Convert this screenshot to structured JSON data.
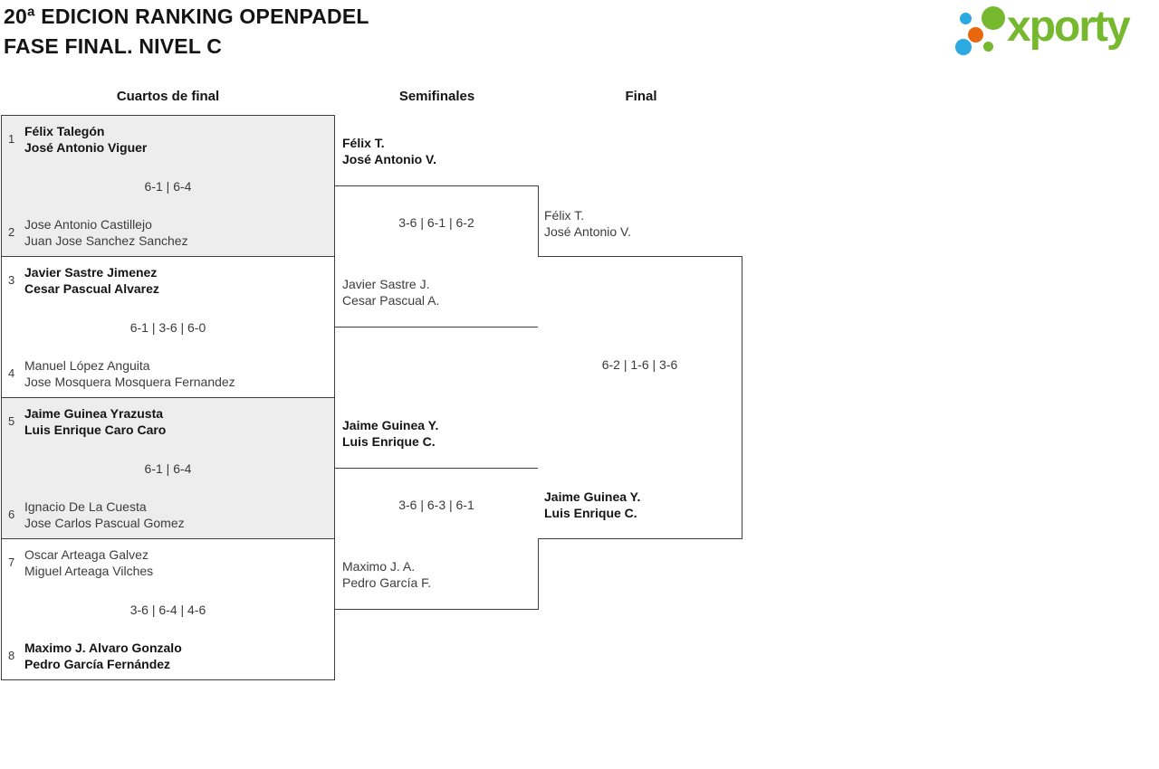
{
  "title": {
    "line1": "20ª EDICION RANKING OPENPADEL",
    "line2": "FASE FINAL. NIVEL C"
  },
  "logo": {
    "text": "xporty",
    "colors": {
      "green": "#76b82e",
      "blue": "#2ba9e0",
      "orange": "#e8670d"
    }
  },
  "headers": {
    "quarterfinals": "Cuartos de final",
    "semifinals": "Semifinales",
    "final": "Final"
  },
  "styles": {
    "box_border": "#3f3f3f",
    "shaded_box_background": "#ededed",
    "winner_text": "#141414",
    "regular_text": "#3c3c3c"
  },
  "bracket": {
    "quarterfinals": [
      {
        "seedA": "1",
        "teamA": [
          "Félix Talegón",
          "José Antonio Viguer"
        ],
        "teamA_winner": true,
        "score": "6-1 | 6-4",
        "seedB": "2",
        "teamB": [
          "Jose Antonio Castillejo",
          "Juan Jose Sanchez Sanchez"
        ],
        "teamB_winner": false
      },
      {
        "seedA": "3",
        "teamA": [
          "Javier Sastre Jimenez",
          "Cesar Pascual Alvarez"
        ],
        "teamA_winner": true,
        "score": "6-1 | 3-6 | 6-0",
        "seedB": "4",
        "teamB": [
          "Manuel López Anguita",
          "Jose Mosquera Mosquera Fernandez"
        ],
        "teamB_winner": false
      },
      {
        "seedA": "5",
        "teamA": [
          "Jaime Guinea Yrazusta",
          "Luis Enrique Caro Caro"
        ],
        "teamA_winner": true,
        "score": "6-1 | 6-4",
        "seedB": "6",
        "teamB": [
          "Ignacio De La Cuesta",
          "Jose Carlos Pascual Gomez"
        ],
        "teamB_winner": false
      },
      {
        "seedA": "7",
        "teamA": [
          "Oscar Arteaga Galvez",
          "Miguel Arteaga Vilches"
        ],
        "teamA_winner": false,
        "score": "3-6 | 6-4 | 4-6",
        "seedB": "8",
        "teamB": [
          "Maximo J. Alvaro Gonzalo",
          "Pedro García Fernández"
        ],
        "teamB_winner": true
      }
    ],
    "semifinals": [
      {
        "teamA": [
          "Félix T.",
          "José Antonio V."
        ],
        "teamA_winner": true,
        "score": "3-6 | 6-1 | 6-2",
        "teamB": [
          "Javier Sastre J.",
          "Cesar Pascual A."
        ],
        "teamB_winner": false
      },
      {
        "teamA": [
          "Jaime Guinea Y.",
          "Luis Enrique C."
        ],
        "teamA_winner": true,
        "score": "3-6 | 6-3 | 6-1",
        "teamB": [
          "Maximo J. A.",
          "Pedro García F."
        ],
        "teamB_winner": false
      }
    ],
    "final": {
      "teamA": [
        "Félix T.",
        "José Antonio V."
      ],
      "teamA_winner": false,
      "score": "6-2 | 1-6 | 3-6",
      "teamB": [
        "Jaime Guinea Y.",
        "Luis Enrique C."
      ],
      "teamB_winner": true
    }
  }
}
